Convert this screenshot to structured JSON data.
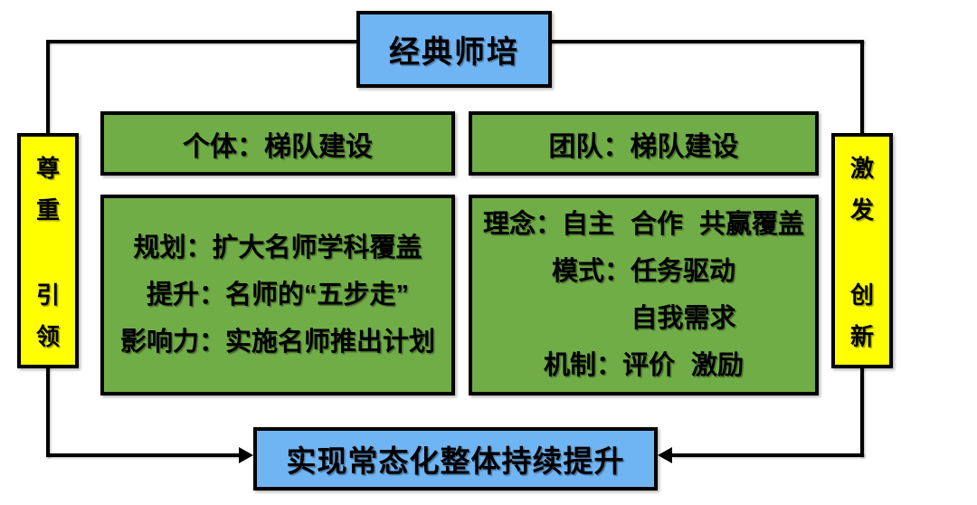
{
  "colors": {
    "node_blue": "#70B5F3",
    "node_green": "#70AD47",
    "node_yellow": "#FFFF00",
    "line_black": "#000000"
  },
  "top_node": {
    "label": "经典师培"
  },
  "left_bar": {
    "chars": [
      "尊",
      "重",
      "引",
      "领"
    ]
  },
  "right_bar": {
    "chars": [
      "激",
      "发",
      "创",
      "新"
    ]
  },
  "green_nodes": {
    "individual_header": {
      "label": "个体：梯队建设"
    },
    "team_header": {
      "label": "团队：梯队建设"
    },
    "individual_detail": {
      "lines": [
        "规划：扩大名师学科覆盖",
        "提升：名师的“五步走”",
        "影响力：实施名师推出计划"
      ]
    },
    "team_detail": {
      "lines": [
        "理念：自主 合作 共赢覆盖",
        "模式：任务驱动",
        "自我需求",
        "机制：评价 激励"
      ]
    }
  },
  "bottom_node": {
    "label": "实现常态化整体持续提升"
  }
}
